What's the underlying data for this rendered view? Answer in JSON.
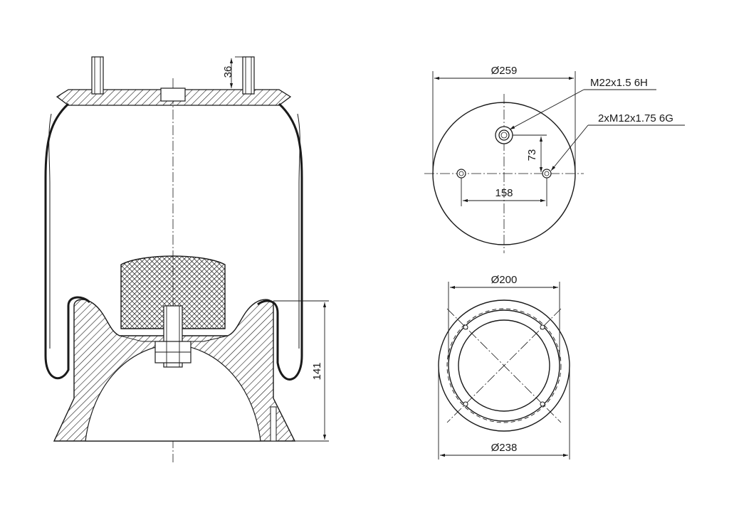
{
  "dimensions": {
    "stud_height": "36",
    "total_height": "141",
    "top_diameter": "Ø259",
    "port_thread": "M22x1.5 6H",
    "stud_thread": "2xM12x1.75 6G",
    "offset": "73",
    "stud_spacing": "158",
    "base_diameter": "Ø200",
    "outer_base_diameter": "Ø238"
  },
  "colors": {
    "line": "#1a1a1a",
    "background": "#ffffff"
  }
}
